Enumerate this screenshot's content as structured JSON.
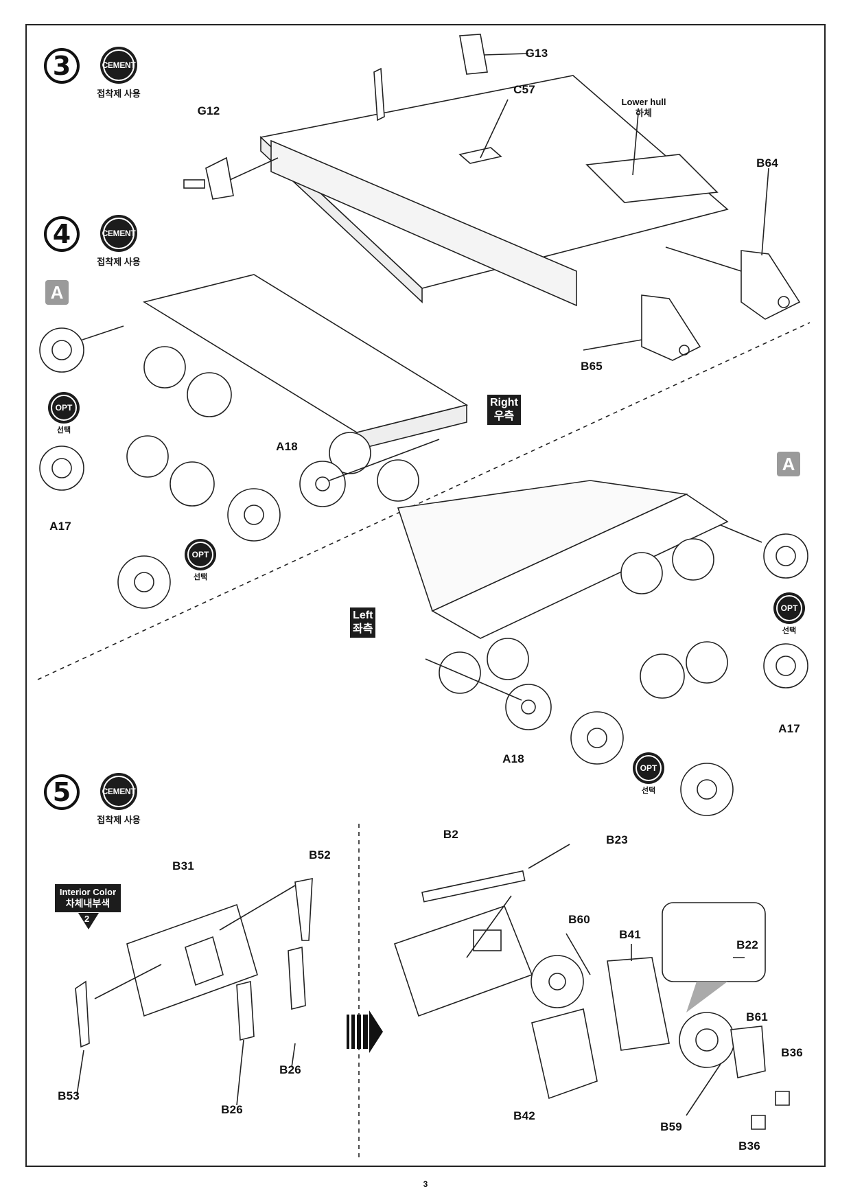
{
  "steps": {
    "s3": {
      "number": "3",
      "cement": "CEMENT",
      "cement_ko": "접착제 사용"
    },
    "s4": {
      "number": "4",
      "cement": "CEMENT",
      "cement_ko": "접착제 사용"
    },
    "s5": {
      "number": "5",
      "cement": "CEMENT",
      "cement_ko": "접착제 사용"
    }
  },
  "opt": {
    "label": "OPT",
    "ko": "선택"
  },
  "sides": {
    "right": {
      "en": "Right",
      "ko": "우측"
    },
    "left": {
      "en": "Left",
      "ko": "좌측"
    }
  },
  "marker_a": "A",
  "interior_color": {
    "en": "Interior Color",
    "ko": "차체내부색",
    "number": "2"
  },
  "lower_hull": {
    "en": "Lower hull",
    "ko": "하체"
  },
  "parts": {
    "g13": "G13",
    "c57": "C57",
    "g12": "G12",
    "b64": "B64",
    "b65": "B65",
    "a17_top": "A17",
    "a18_top": "A18",
    "a17_right": "A17",
    "a18_bottom": "A18",
    "b31": "B31",
    "b52": "B52",
    "b53": "B53",
    "b26_a": "B26",
    "b26_b": "B26",
    "b2": "B2",
    "b23": "B23",
    "b60": "B60",
    "b41": "B41",
    "b22": "B22",
    "b61": "B61",
    "b36_a": "B36",
    "b36_b": "B36",
    "b59": "B59",
    "b42": "B42"
  },
  "page_number": "3"
}
